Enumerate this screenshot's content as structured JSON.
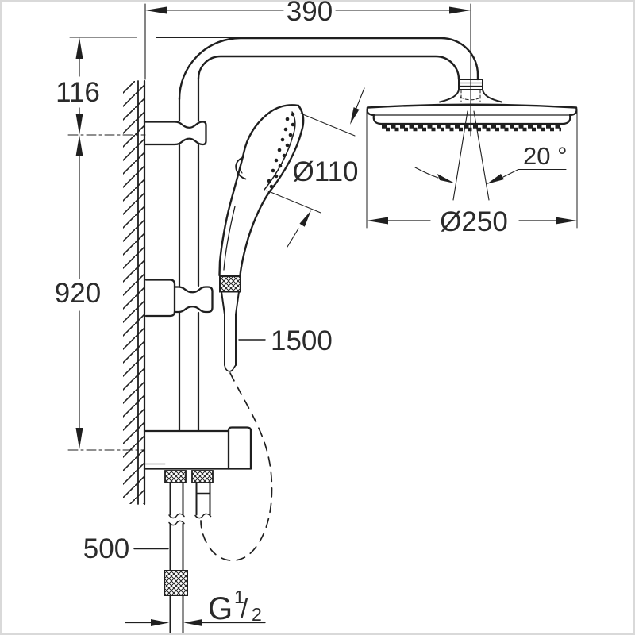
{
  "drawing": {
    "kind": "shower-system-dimension-drawing"
  },
  "dimensions": {
    "arm_width": "390",
    "top_offset": "116",
    "rail_length": "920",
    "hand_shower_diameter": "Ø110",
    "spray_angle": "20 °",
    "head_diameter": "Ø250",
    "hose_length": "1500",
    "lower_offset": "500"
  },
  "thread": {
    "g": "G",
    "numerator": "1",
    "slash": "/",
    "denominator": "2"
  },
  "colors": {
    "line": "#1f1f1f",
    "text": "#2b2b2b",
    "background": "#ffffff",
    "frame": "#d9d9d9"
  }
}
